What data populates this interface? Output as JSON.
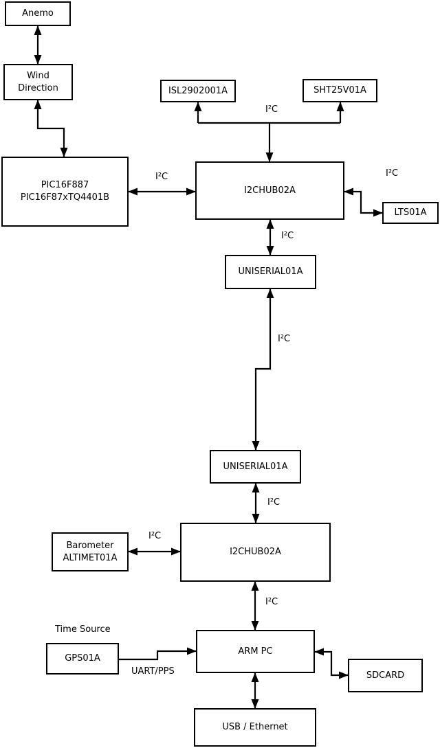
{
  "labels": {
    "i2c": "I²C",
    "uart_pps": "UART/PPS",
    "time_source": "Time Source"
  },
  "nodes": {
    "anemo": {
      "label": "Anemo"
    },
    "wind_direction": {
      "label": "Wind\nDirection"
    },
    "pic": {
      "label": "PIC16F887\nPIC16F87xTQ4401B"
    },
    "isl": {
      "label": "ISL2902001A"
    },
    "sht": {
      "label": "SHT25V01A"
    },
    "i2chub_top": {
      "label": "I2CHUB02A"
    },
    "lts": {
      "label": "LTS01A"
    },
    "uniserial_top": {
      "label": "UNISERIAL01A"
    },
    "uniserial_bottom": {
      "label": "UNISERIAL01A"
    },
    "i2chub_bottom": {
      "label": "I2CHUB02A"
    },
    "barometer": {
      "label": "Barometer\nALTIMET01A"
    },
    "gps": {
      "label": "GPS01A"
    },
    "arm_pc": {
      "label": "ARM PC"
    },
    "sdcard": {
      "label": "SDCARD"
    },
    "usb_ethernet": {
      "label": "USB / Ethernet"
    }
  },
  "edges": [
    {
      "from": "anemo",
      "to": "wind_direction",
      "label": "",
      "bidirectional": true
    },
    {
      "from": "wind_direction",
      "to": "pic",
      "label": "",
      "bidirectional": true
    },
    {
      "from": "pic",
      "to": "i2chub_top",
      "label": "I²C",
      "bidirectional": true
    },
    {
      "from": "i2chub_top",
      "to": "isl",
      "label": "I²C",
      "bidirectional": false
    },
    {
      "from": "i2chub_top",
      "to": "sht",
      "label": "I²C",
      "bidirectional": false
    },
    {
      "from": "i2chub_top",
      "to": "lts",
      "label": "I²C",
      "bidirectional": true
    },
    {
      "from": "i2chub_top",
      "to": "uniserial_top",
      "label": "I²C",
      "bidirectional": true
    },
    {
      "from": "uniserial_top",
      "to": "uniserial_bottom",
      "label": "I²C",
      "bidirectional": true
    },
    {
      "from": "uniserial_bottom",
      "to": "i2chub_bottom",
      "label": "I²C",
      "bidirectional": true
    },
    {
      "from": "barometer",
      "to": "i2chub_bottom",
      "label": "I²C",
      "bidirectional": true
    },
    {
      "from": "i2chub_bottom",
      "to": "arm_pc",
      "label": "I²C",
      "bidirectional": true
    },
    {
      "from": "gps",
      "to": "arm_pc",
      "label": "UART/PPS",
      "bidirectional": false
    },
    {
      "from": "arm_pc",
      "to": "sdcard",
      "label": "",
      "bidirectional": true
    },
    {
      "from": "arm_pc",
      "to": "usb_ethernet",
      "label": "",
      "bidirectional": true
    }
  ]
}
